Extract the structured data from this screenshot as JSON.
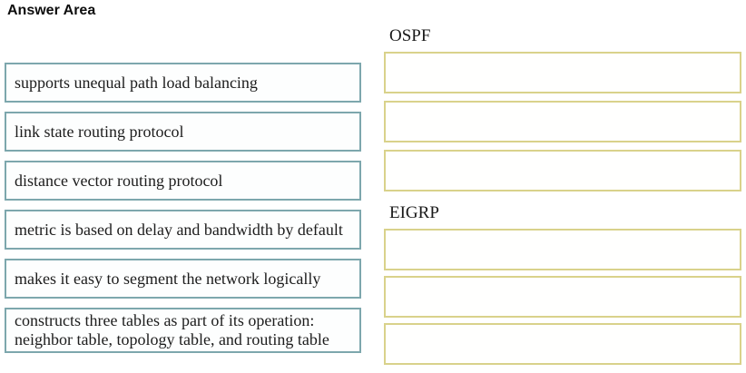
{
  "title": "Answer Area",
  "options": [
    "supports unequal path load balancing",
    "link state routing protocol",
    "distance vector routing protocol",
    "metric is based on delay and bandwidth by default",
    "makes it easy to segment the network logically",
    "constructs three tables as part of its operation: neighbor table, topology table, and routing table"
  ],
  "groups": [
    {
      "label": "OSPF",
      "slot_count": 3
    },
    {
      "label": "EIGRP",
      "slot_count": 3
    }
  ],
  "colors": {
    "option_border": "#7da7ad",
    "slot_border": "#d9d28b",
    "text": "#1c1c1c",
    "background": "#ffffff"
  }
}
